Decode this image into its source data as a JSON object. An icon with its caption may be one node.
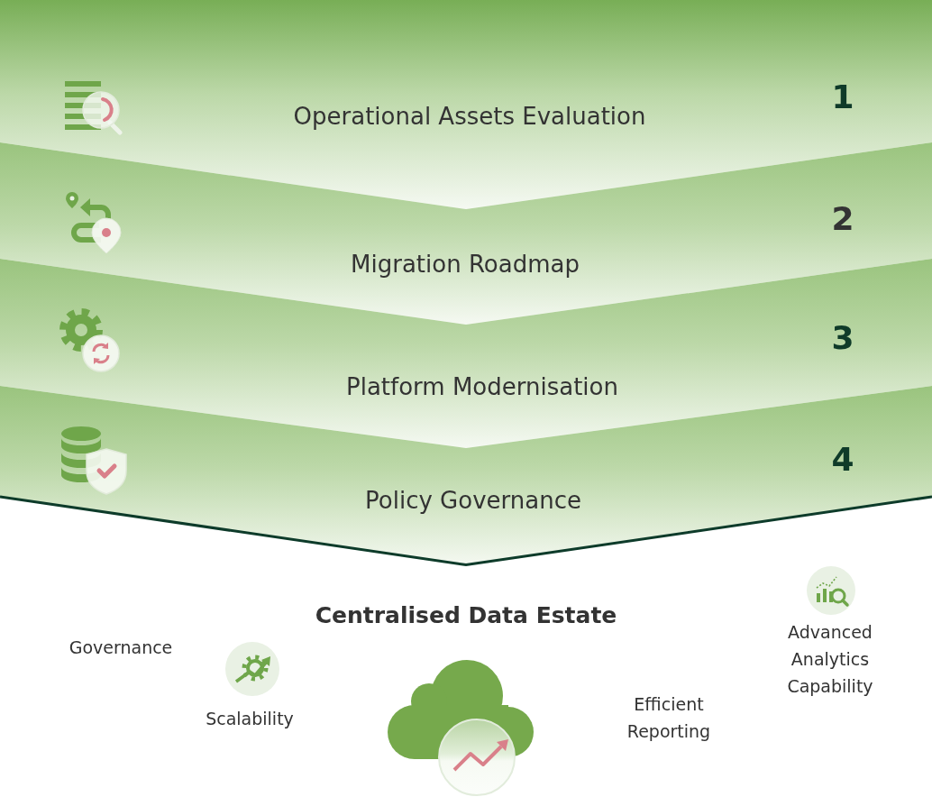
{
  "diagram": {
    "nodes": [
      {
        "text": [
          "Operational Assets Evaluation",
          "1"
        ]
      },
      {
        "text": [
          "Migration Roadmap",
          "2"
        ]
      },
      {
        "text": [
          "Platform Modernisation",
          "3"
        ]
      },
      {
        "text": [
          "Policy Governance",
          "4"
        ]
      }
    ],
    "labels": [
      "Centralised Data Estate",
      "Governance",
      "Scalability",
      "Efficient Reporting",
      "Advanced Analytics Capability"
    ]
  }
}
